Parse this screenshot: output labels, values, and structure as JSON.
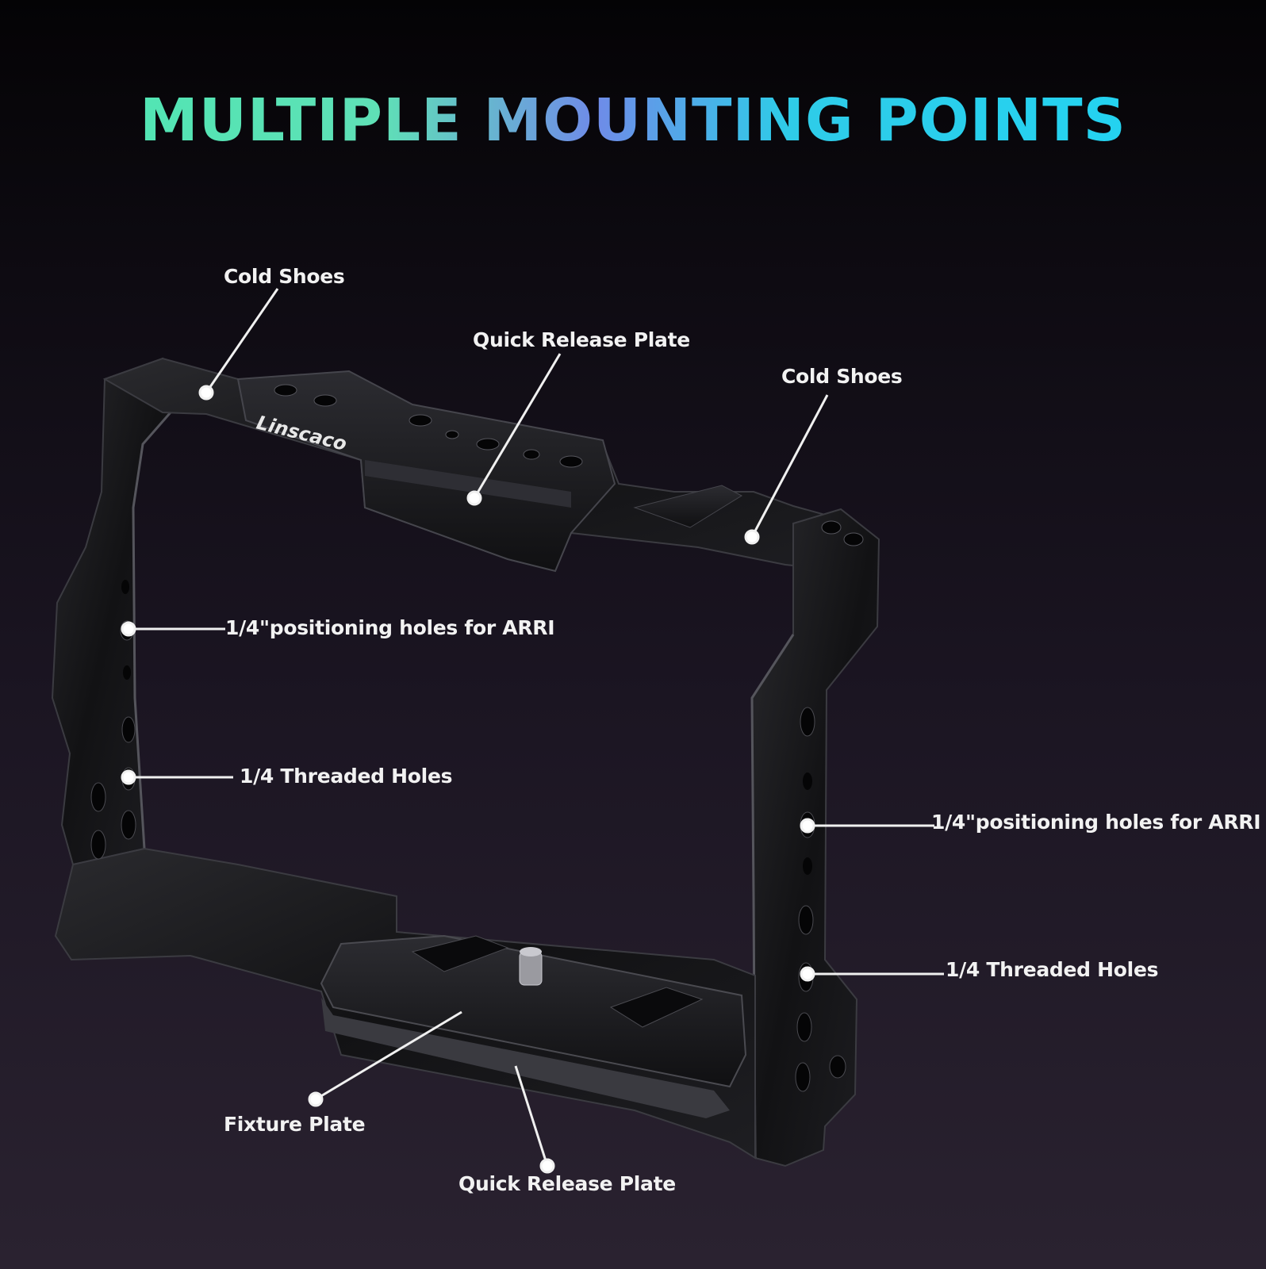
{
  "headline": "MULTIPLE MOUNTING POINTS",
  "brand": "Linscaco",
  "callouts": {
    "cold_shoes_left": "Cold Shoes",
    "quick_release_top": "Quick Release Plate",
    "cold_shoes_right": "Cold Shoes",
    "arri_holes_left": "1/4\"positioning holes for ARRI",
    "threaded_holes_left": "1/4 Threaded Holes",
    "arri_holes_right": "1/4\"positioning holes for ARRI",
    "threaded_holes_right": "1/4 Threaded Holes",
    "fixture_plate": "Fixture Plate",
    "quick_release_bottom": "Quick Release Plate"
  },
  "colors": {
    "headline_start": "#4be8b2",
    "headline_mid": "#6f8be8",
    "headline_end": "#1fd6f4",
    "cage_metal": "#141416",
    "label_text": "#f2f2f2"
  }
}
